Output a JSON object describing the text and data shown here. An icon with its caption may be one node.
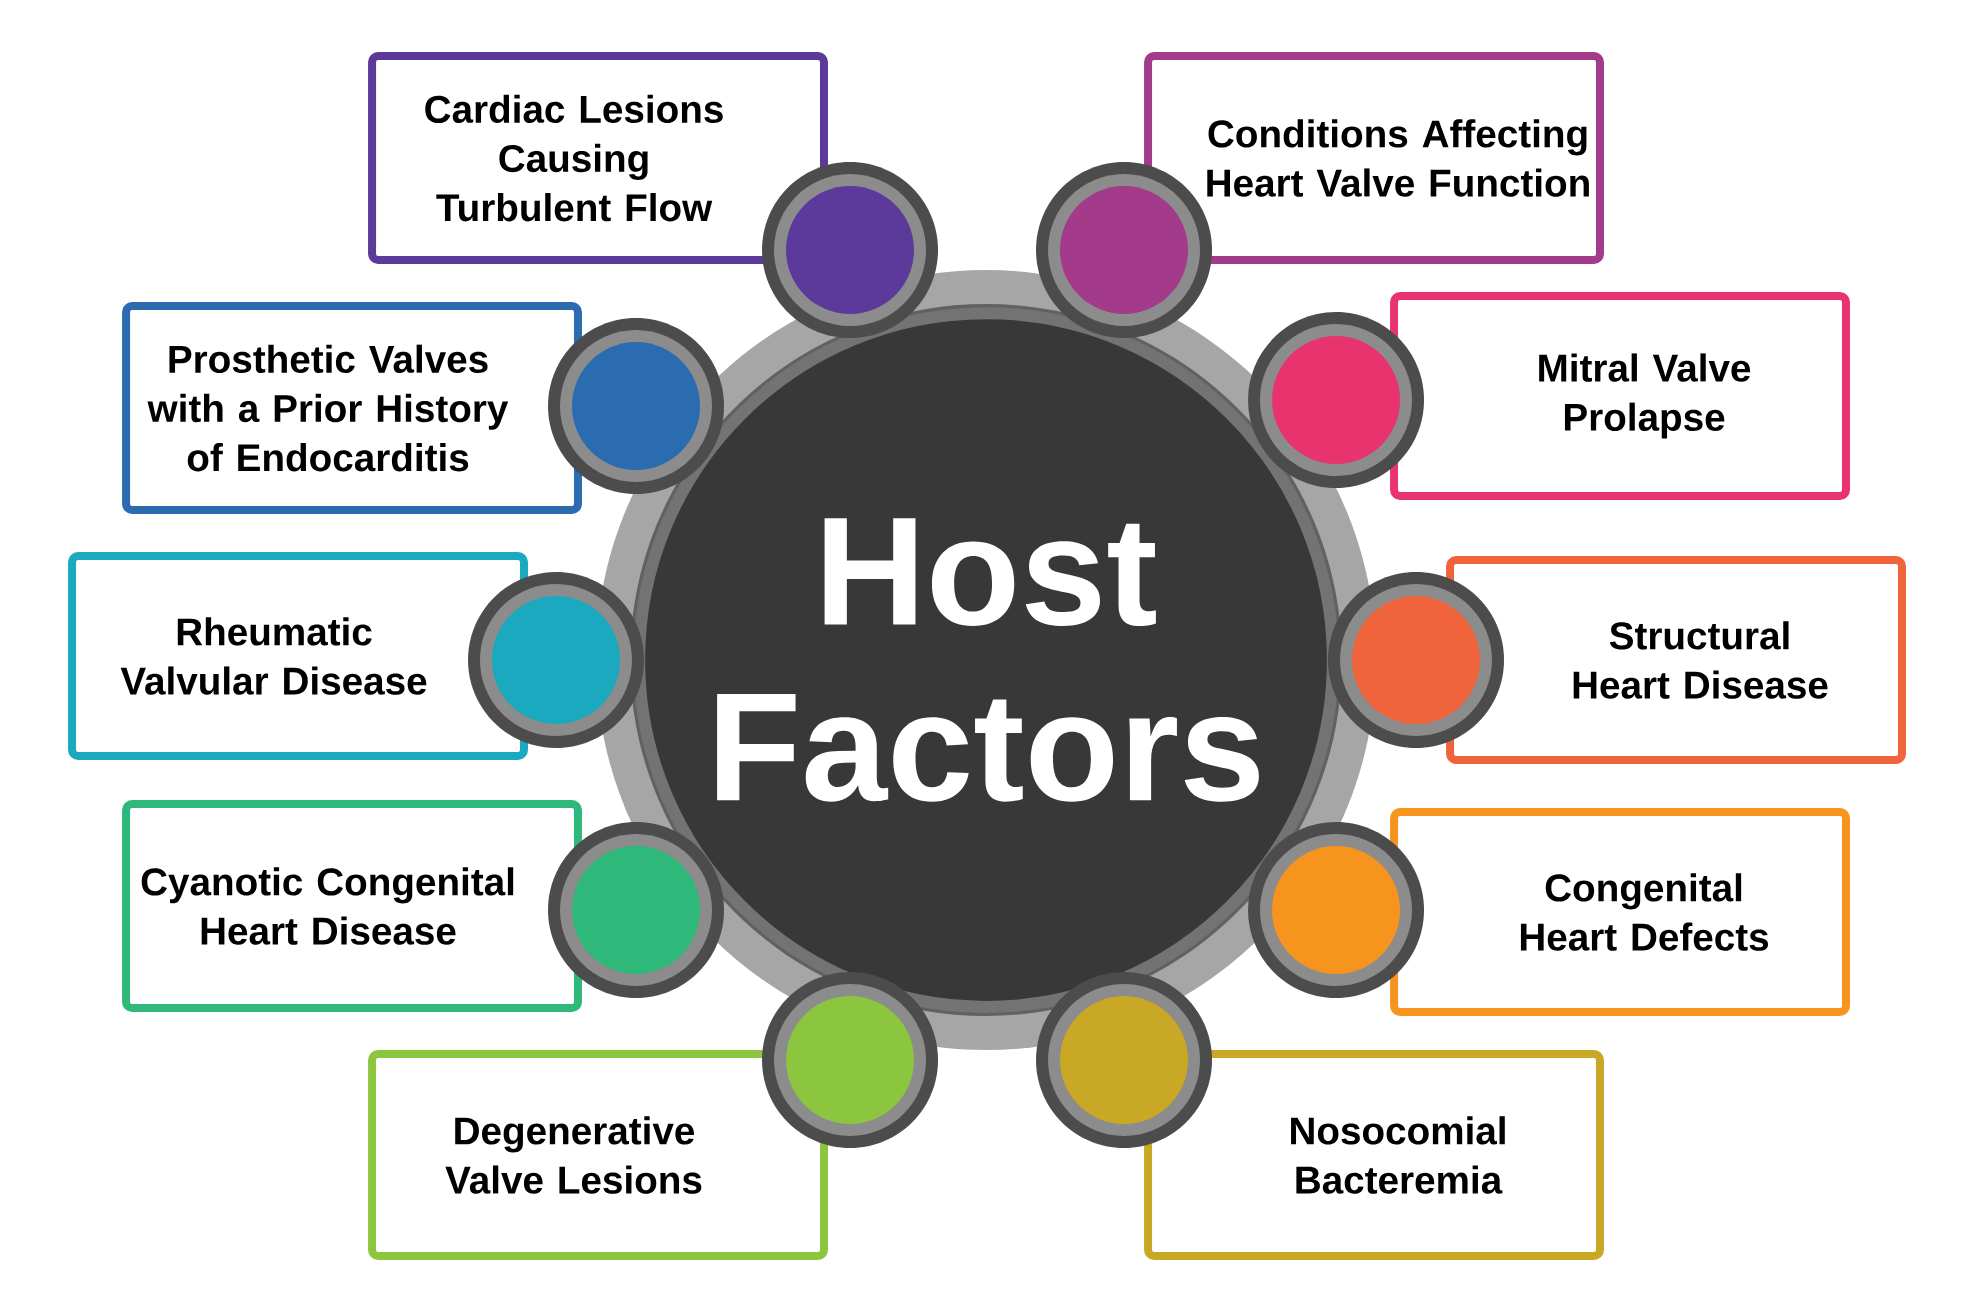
{
  "diagram": {
    "nodes": [
      {
        "text": [
          "Host Factors"
        ]
      },
      {
        "text": [
          "Cardiac Lesions Causing Turbulent Flow"
        ]
      },
      {
        "text": [
          "Conditions Affecting Heart Valve Function"
        ]
      },
      {
        "text": [
          "Prosthetic Valves with a Prior History of Endocarditis"
        ]
      },
      {
        "text": [
          "Mitral Valve Prolapse"
        ]
      },
      {
        "text": [
          "Rheumatic Valvular Disease"
        ]
      },
      {
        "text": [
          "Structural Heart Disease"
        ]
      },
      {
        "text": [
          "Cyanotic Congenital Heart Disease"
        ]
      },
      {
        "text": [
          "Congenital Heart Defects"
        ]
      },
      {
        "text": [
          "Degenerative Valve Lesions"
        ]
      },
      {
        "text": [
          "Nosocomial Bacteremia"
        ]
      }
    ]
  }
}
